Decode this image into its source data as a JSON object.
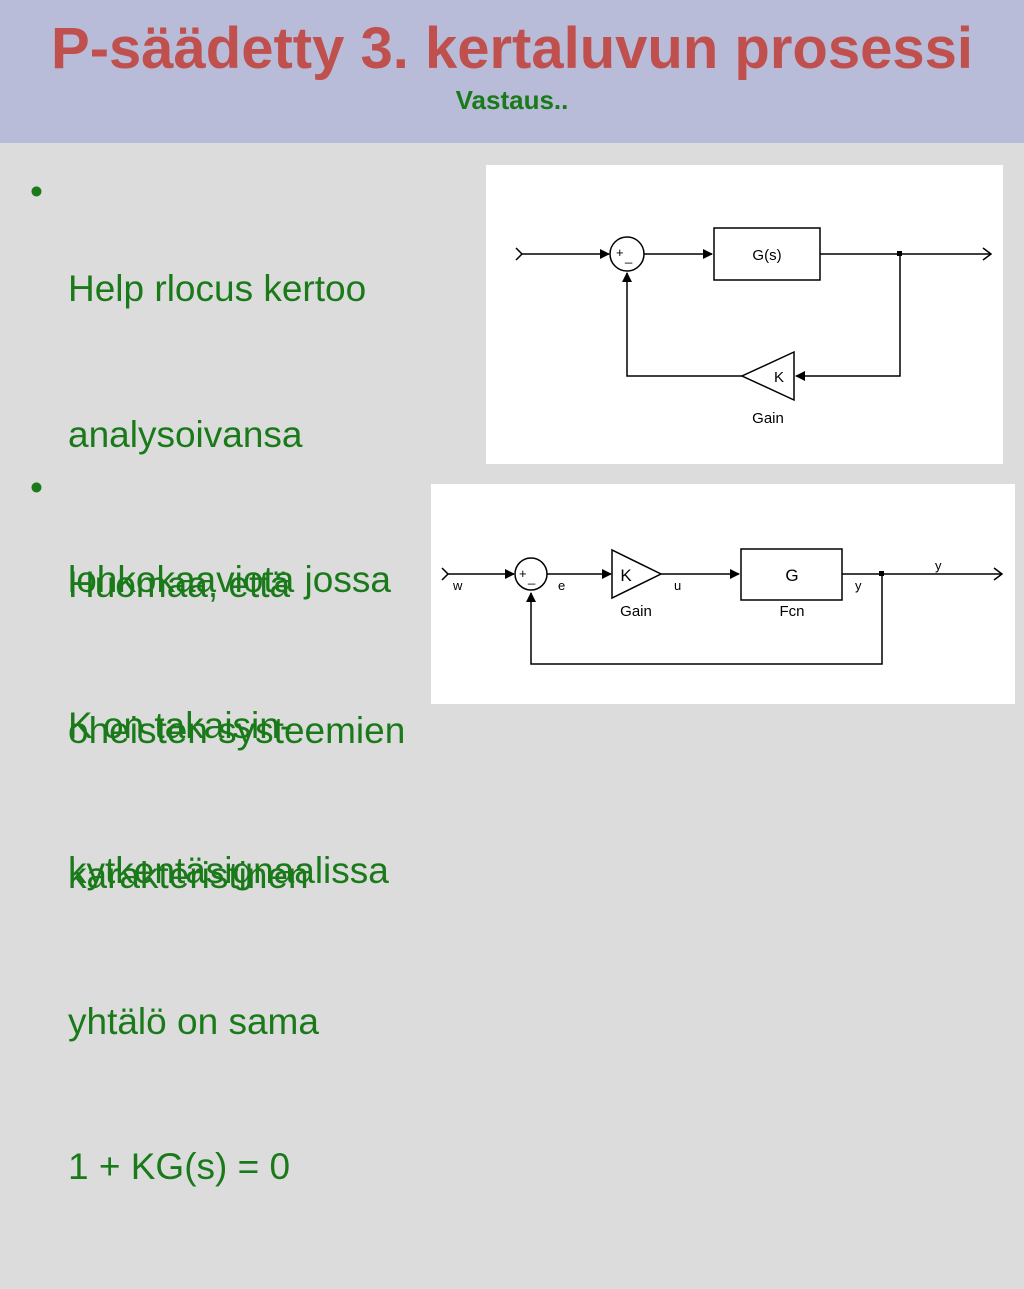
{
  "slide": {
    "title": "P-säädetty 3. kertaluvun prosessi",
    "subtitle": "Vastaus..",
    "bullets": [
      {
        "lines": [
          "Help rlocus kertoo",
          "analysoivansa",
          "lohkokaaviota jossa",
          "K on takaisin-",
          "kytkentäsignaalissa"
        ]
      },
      {
        "lines": [
          "Huomaa, että",
          "oheisten systeemien",
          "karakteristinen",
          "yhtälö on sama",
          "1 + KG(s) = 0"
        ]
      }
    ],
    "bullet_glyph": "•"
  },
  "diagram1": {
    "sum_signs": "+",
    "sum_minus": "_",
    "plant_label": "G(s)",
    "gain_label": "K",
    "gain_caption": "Gain"
  },
  "diagram2": {
    "sum_signs": "+",
    "sum_minus": "_",
    "input_label": "w",
    "error_label": "e",
    "gain_label": "K",
    "gain_caption": "Gain",
    "control_label": "u",
    "plant_label": "G",
    "plant_caption": "Fcn",
    "output_label_1": "y",
    "output_label_2": "y"
  }
}
